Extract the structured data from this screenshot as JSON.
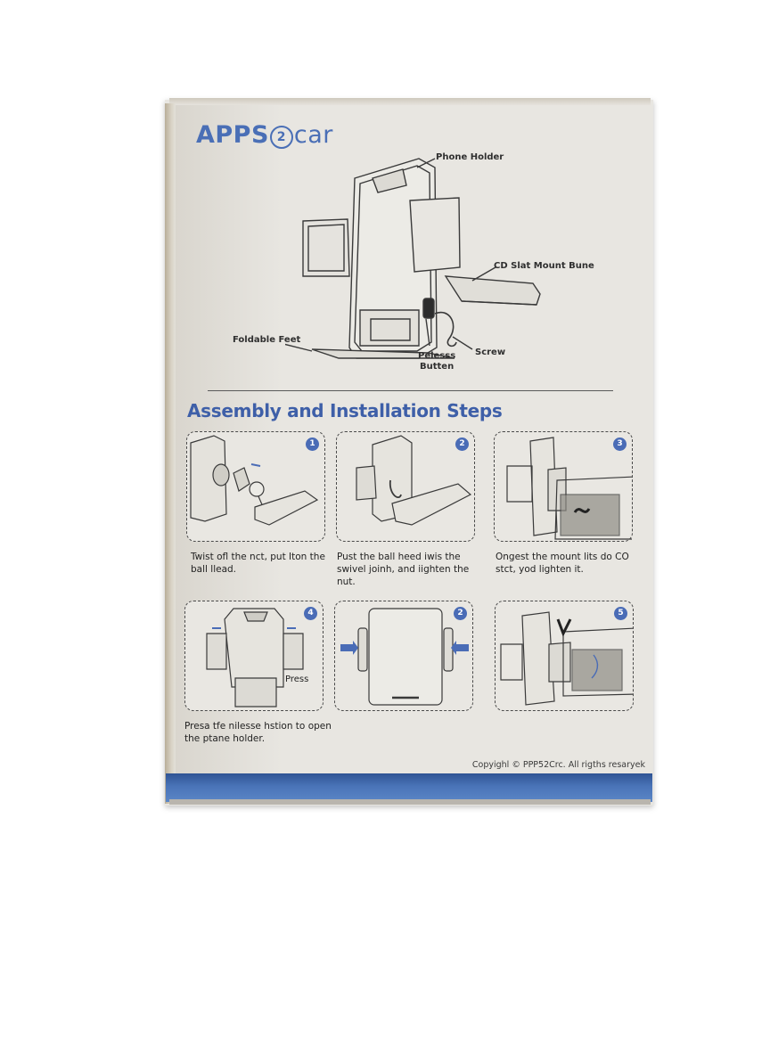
{
  "brand": {
    "logo_part1": "APPS",
    "logo_circle": "2",
    "logo_part2": "car",
    "primary_color": "#4a6fb6",
    "band_color": "#3f67ad"
  },
  "diagram": {
    "labels": {
      "phone_holder": "Phone Holder",
      "cd_slot": "CD Slat Mount Bune",
      "foldable_feet": "Foldable Feet",
      "release_button_line1": "Pelesss",
      "release_button_line2": "Butten",
      "screw": "Screw"
    }
  },
  "section": {
    "title": "Assembly and Installation Steps"
  },
  "steps": [
    {
      "badge": "1",
      "caption": "Twist ofl the nct, put Iton the ball llead."
    },
    {
      "badge": "2",
      "caption": "Pust the ball heed iwis the swivel joinh, and iighten the nut."
    },
    {
      "badge": "3",
      "caption": "Ongest the mount lits do CO stct, yod lighten it."
    },
    {
      "badge": "4",
      "caption": "Presa tfe nilesse hstion to open the ptane holder.",
      "press_label": "Press"
    },
    {
      "badge": "2",
      "caption": ""
    },
    {
      "badge": "5",
      "caption": ""
    }
  ],
  "footer": {
    "copyright": "Copyighl © PPP52Crc. All rigths resaryek"
  }
}
